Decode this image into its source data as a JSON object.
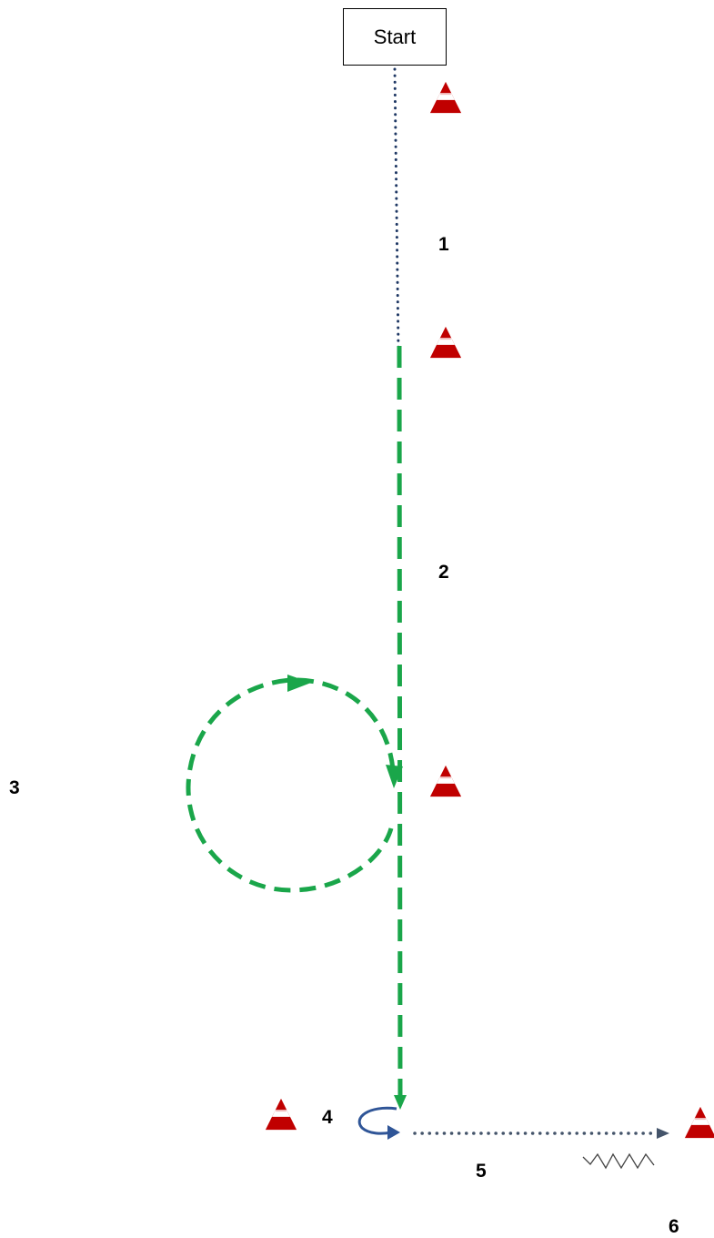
{
  "start_label": "Start",
  "steps": [
    "1",
    "2",
    "3",
    "4",
    "5",
    "6"
  ],
  "colors": {
    "cone_red": "#c00000",
    "cone_white": "#ffffff",
    "path_navy": "#1f3864",
    "path_green": "#1aa64a",
    "turn_blue": "#2f5597",
    "path_slate": "#44546a",
    "zigzag": "#444444"
  },
  "icons": [
    "cone-icon",
    "turn-arrow-icon",
    "zigzag-icon"
  ]
}
